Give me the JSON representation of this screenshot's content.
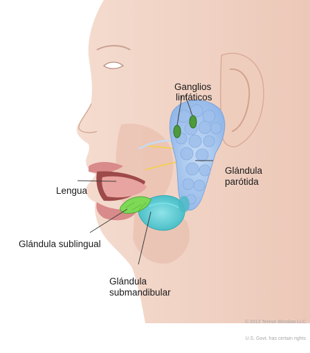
{
  "labels": {
    "ganglios_linea1": "Ganglios",
    "ganglios_linea2": "linfáticos",
    "glandula_parotida_linea1": "Glándula",
    "glandula_parotida_linea2": "parótida",
    "lengua": "Lengua",
    "glandula_sublingual": "Glándula sublingual",
    "glandula_submandibular_linea1": "Glándula",
    "glandula_submandibular_linea2": "submandibular"
  },
  "credit": {
    "line1": "© 2013 Terese Winslow LLC",
    "line2": "U.S. Govt. has certain rights"
  },
  "colors": {
    "skin": "#f2d6c9",
    "skin_shadow": "#e2b9a8",
    "parotid_gland": "#a9c8ee",
    "submandibular_gland": "#5ccfd6",
    "sublingual_gland": "#7ed957",
    "lymph_node": "#4e9a3a",
    "lips": "#d98a8a",
    "leader_line": "#3c3c3c"
  },
  "icons": {
    "parotid": "lobulated-gland-illustration",
    "lymph_nodes": "oval-node-illustration"
  }
}
